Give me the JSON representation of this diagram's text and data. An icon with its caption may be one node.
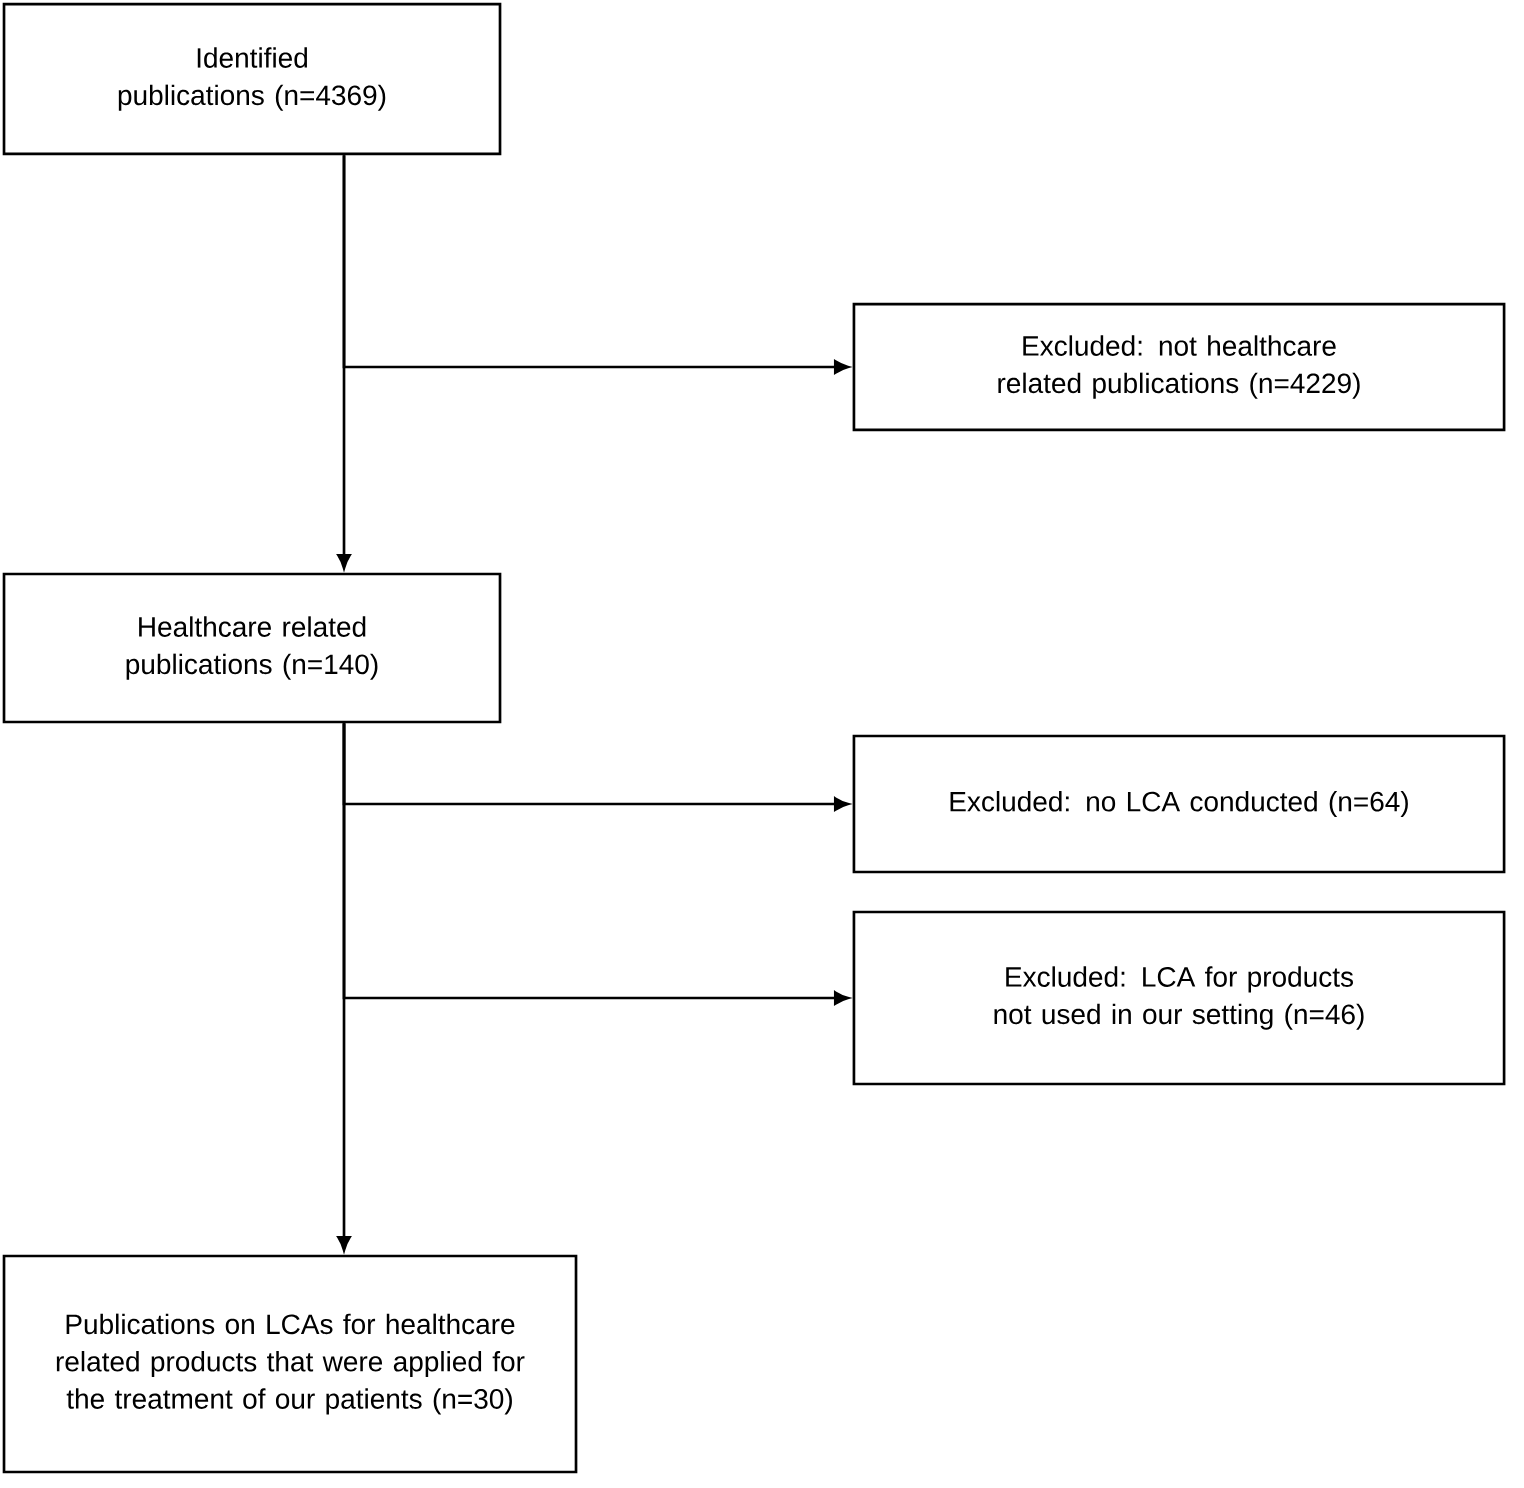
{
  "diagram": {
    "nodes": [
      {
        "text": [
          "Identified publications (n=4369)"
        ]
      },
      {
        "text": [
          "Excluded: not healthcare related publications (n=4229)"
        ]
      },
      {
        "text": [
          "Healthcare related publications (n=140)"
        ]
      },
      {
        "text": [
          "Excluded: no LCA conducted (n=64)"
        ]
      },
      {
        "text": [
          "Excluded: LCA for products not used in our setting (n=46)"
        ]
      },
      {
        "text": [
          "Publications on LCAs for healthcare related products that were applied for the treatment of our patients (n=30)"
        ]
      }
    ],
    "edges": [
      {
        "from": 0,
        "to": 2,
        "arrow": "to"
      },
      {
        "from": 0,
        "to": 1,
        "arrow": "to"
      },
      {
        "from": 2,
        "to": 3,
        "arrow": "to"
      },
      {
        "from": 2,
        "to": 4,
        "arrow": "to"
      },
      {
        "from": 2,
        "to": 5,
        "arrow": "to"
      }
    ]
  }
}
